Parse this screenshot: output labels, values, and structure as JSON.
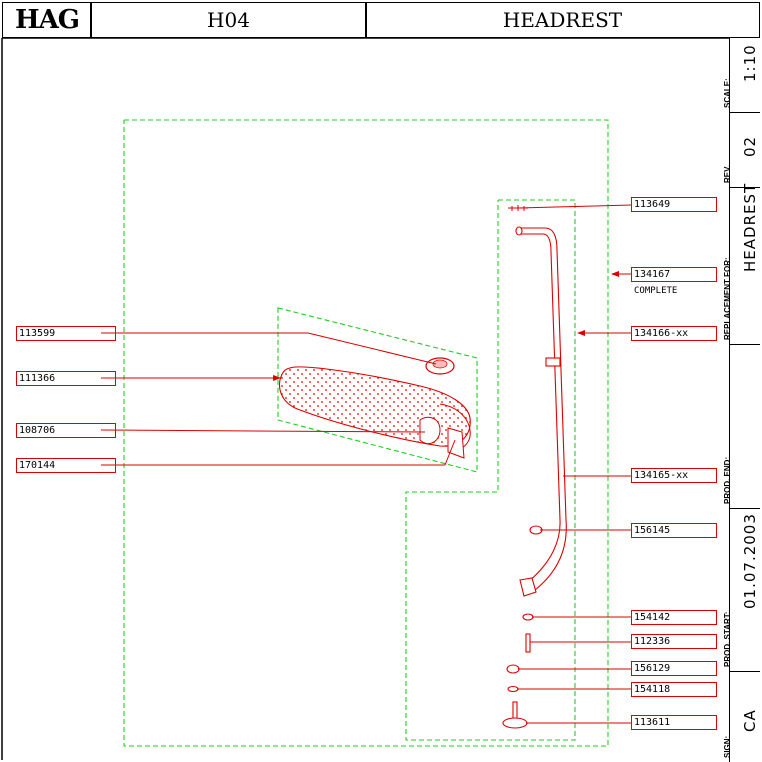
{
  "header": {
    "logo": "HAG",
    "code": "H04",
    "title": "HEADREST"
  },
  "sidebar": {
    "scale_label": "SCALE:",
    "scale_value": "1:10",
    "rev_label": "REV.",
    "rev_value": "02",
    "replacement_label": "REPLACEMENT FOR:",
    "replacement_value": "HEADREST",
    "prod_end_label": "PROD. END:",
    "prod_end_value": "",
    "prod_start_label": "PROD. START:",
    "prod_start_value": "01.07.2003",
    "sign_label": "SIGN:",
    "sign_value": "CA"
  },
  "parts_left": [
    "113599",
    "111366",
    "108706",
    "170144"
  ],
  "parts_right": [
    "113649",
    "134167",
    "134166-xx",
    "134165-xx",
    "156145",
    "154142",
    "112336",
    "156129",
    "154118",
    "113611"
  ],
  "notes": {
    "complete": "COMPLETE"
  },
  "colors": {
    "line": "#dd0000",
    "group": "#22cc22",
    "text": "#000000"
  }
}
